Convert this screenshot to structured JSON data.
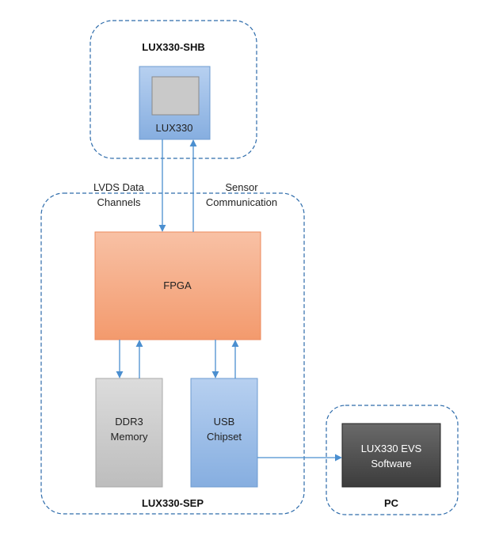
{
  "groups": {
    "shb": "LUX330-SHB",
    "sep": "LUX330-SEP",
    "pc": "PC"
  },
  "blocks": {
    "sensor": "LUX330",
    "fpga": "FPGA",
    "ddr3_line1": "DDR3",
    "ddr3_line2": "Memory",
    "usb_line1": "USB",
    "usb_line2": "Chipset",
    "evs_line1": "LUX330 EVS",
    "evs_line2": "Software"
  },
  "links": {
    "lvds_line1": "LVDS Data",
    "lvds_line2": "Channels",
    "comm_line1": "Sensor",
    "comm_line2": "Communication"
  },
  "colors": {
    "dash_border": "#2e6cab",
    "arrow": "#4b8fd0",
    "blue_block": "#8fb6e6",
    "fpga": "#f6a982",
    "ddr3": "#c8c8c8",
    "pc_block": "#4a4a4a"
  }
}
